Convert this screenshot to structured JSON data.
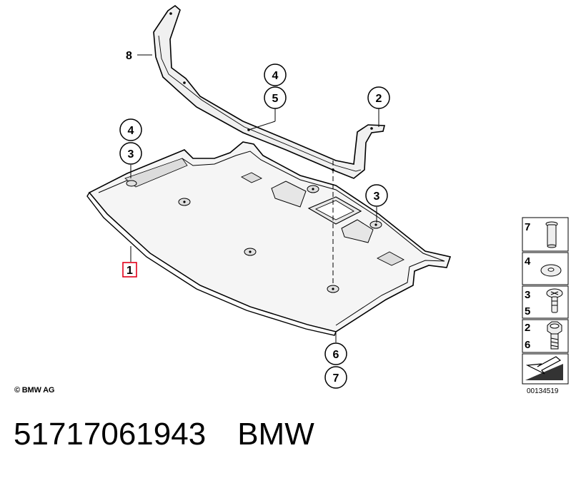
{
  "callouts": {
    "part_8": "8",
    "part_4_top": "4",
    "part_5_top": "5",
    "part_2": "2",
    "part_4_left": "4",
    "part_3_left": "3",
    "part_3_right": "3",
    "part_1": "1",
    "part_6": "6",
    "part_7": "7"
  },
  "legend": {
    "rows": [
      {
        "numbers": [
          "7"
        ],
        "icon": "rivet-icon"
      },
      {
        "numbers": [
          "4"
        ],
        "icon": "washer-icon"
      },
      {
        "numbers": [
          "3",
          "5"
        ],
        "icon": "expanding-rivet-icon"
      },
      {
        "numbers": [
          "2",
          "6"
        ],
        "icon": "hex-bolt-icon"
      },
      {
        "numbers": [],
        "icon": "assembly-arrow-icon"
      }
    ]
  },
  "copyright": "© BMW AG",
  "diagram_number": "00134519",
  "footer": {
    "part_number": "51717061943",
    "brand": "BMW"
  },
  "colors": {
    "line": "#000000",
    "highlight_box": "#e2001a",
    "fill_light": "#f2f2f2",
    "fill_shadow": "#d9d9d9"
  }
}
